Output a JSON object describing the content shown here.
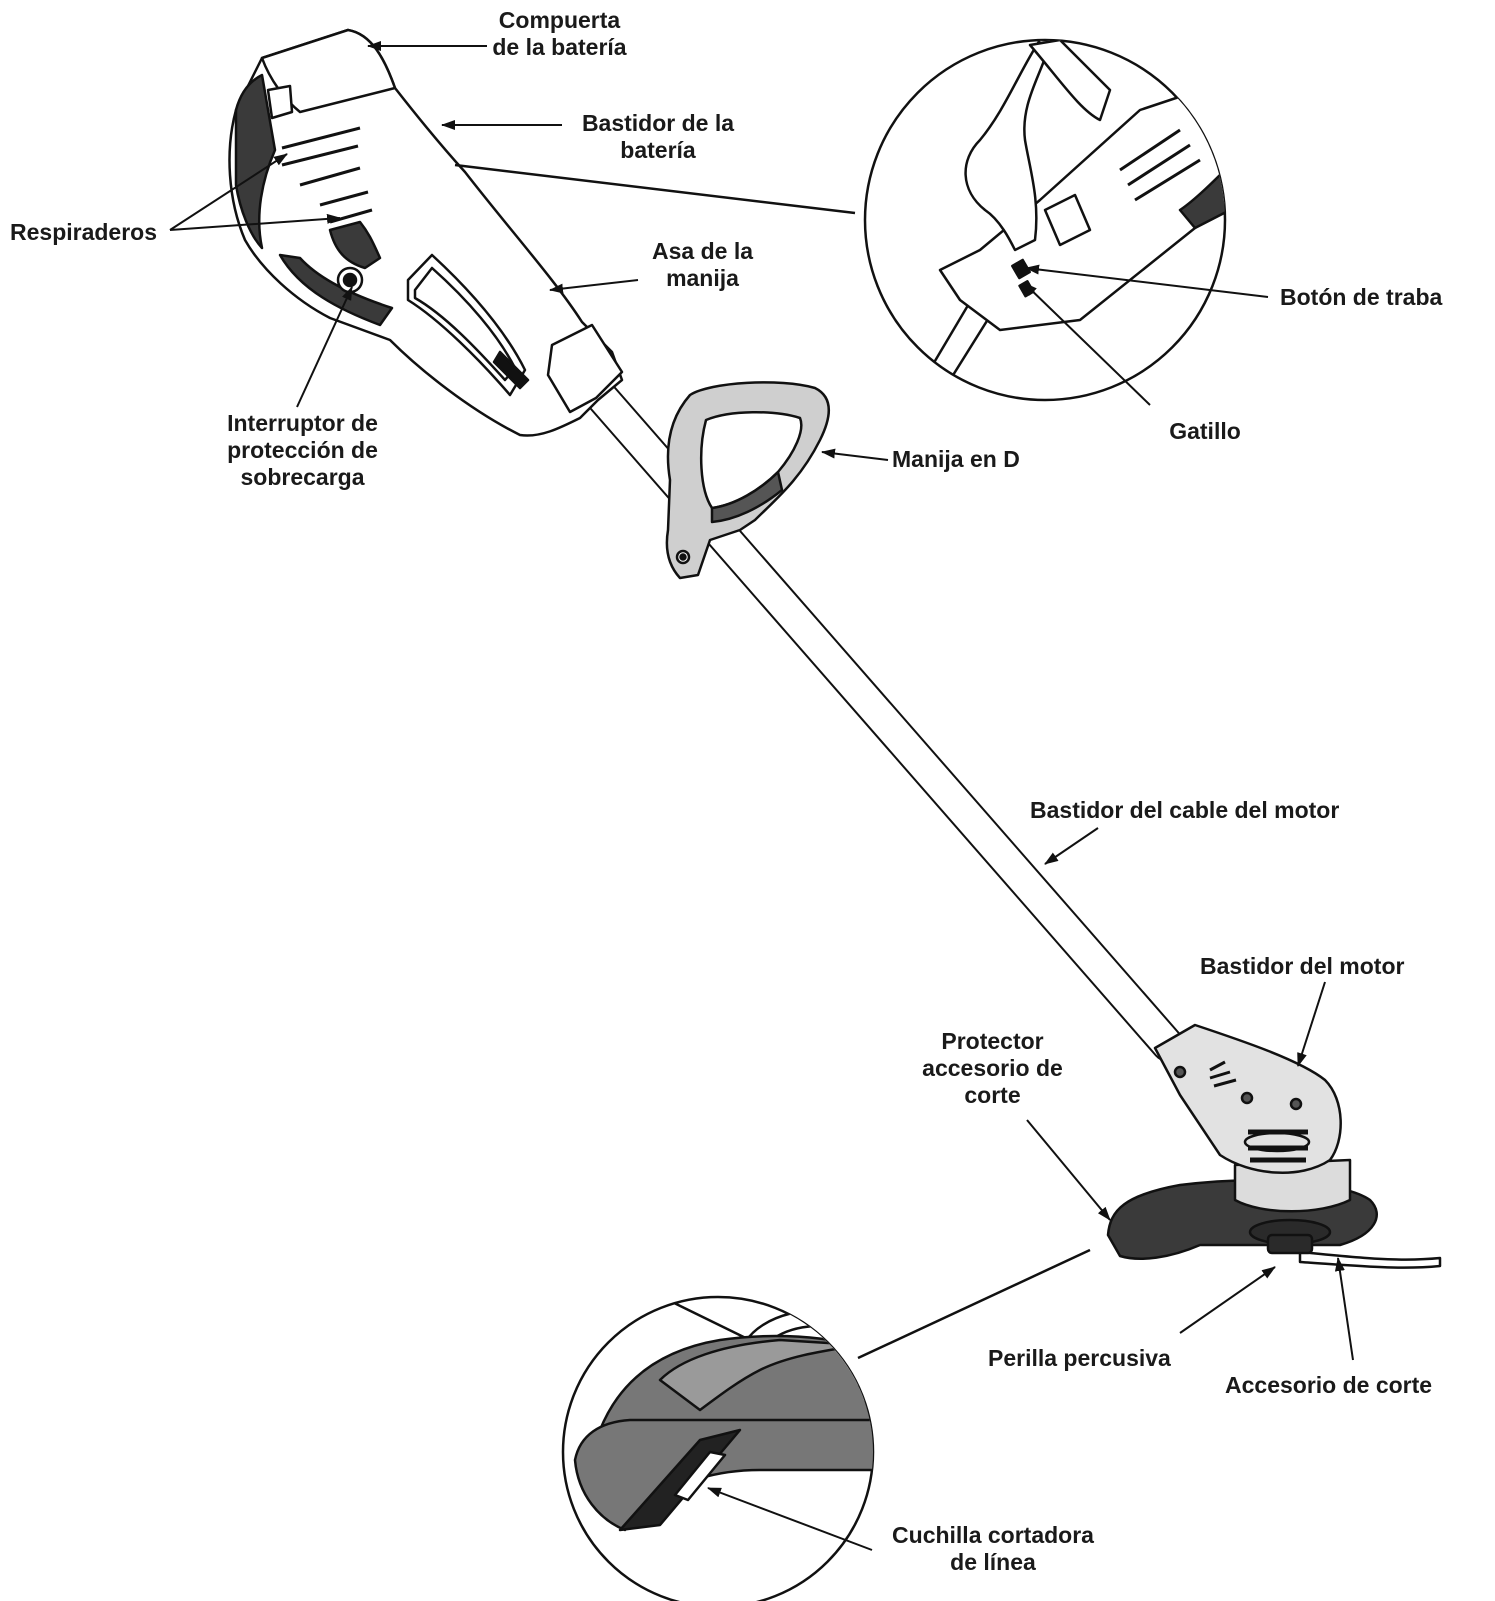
{
  "diagram": {
    "labels": {
      "battery_door": [
        "Compuerta",
        "de la batería"
      ],
      "battery_housing": [
        "Bastidor de la",
        "batería"
      ],
      "vents": [
        "Respiraderos"
      ],
      "handle_grip": [
        "Asa de la",
        "manija"
      ],
      "overload_switch": [
        "Interruptor de",
        "protección de",
        "sobrecarga"
      ],
      "lock_button": [
        "Botón de traba"
      ],
      "trigger": [
        "Gatillo"
      ],
      "d_handle": [
        "Manija en D"
      ],
      "motor_cable_housing": [
        "Bastidor del cable del motor"
      ],
      "motor_housing": [
        "Bastidor del motor"
      ],
      "guard": [
        "Protector",
        "accesorio de",
        "corte"
      ],
      "bump_knob": [
        "Perilla percusiva"
      ],
      "cutting_attachment": [
        "Accesorio de corte"
      ],
      "line_cutter_blade": [
        "Cuchilla cortadora",
        "de línea"
      ]
    }
  }
}
